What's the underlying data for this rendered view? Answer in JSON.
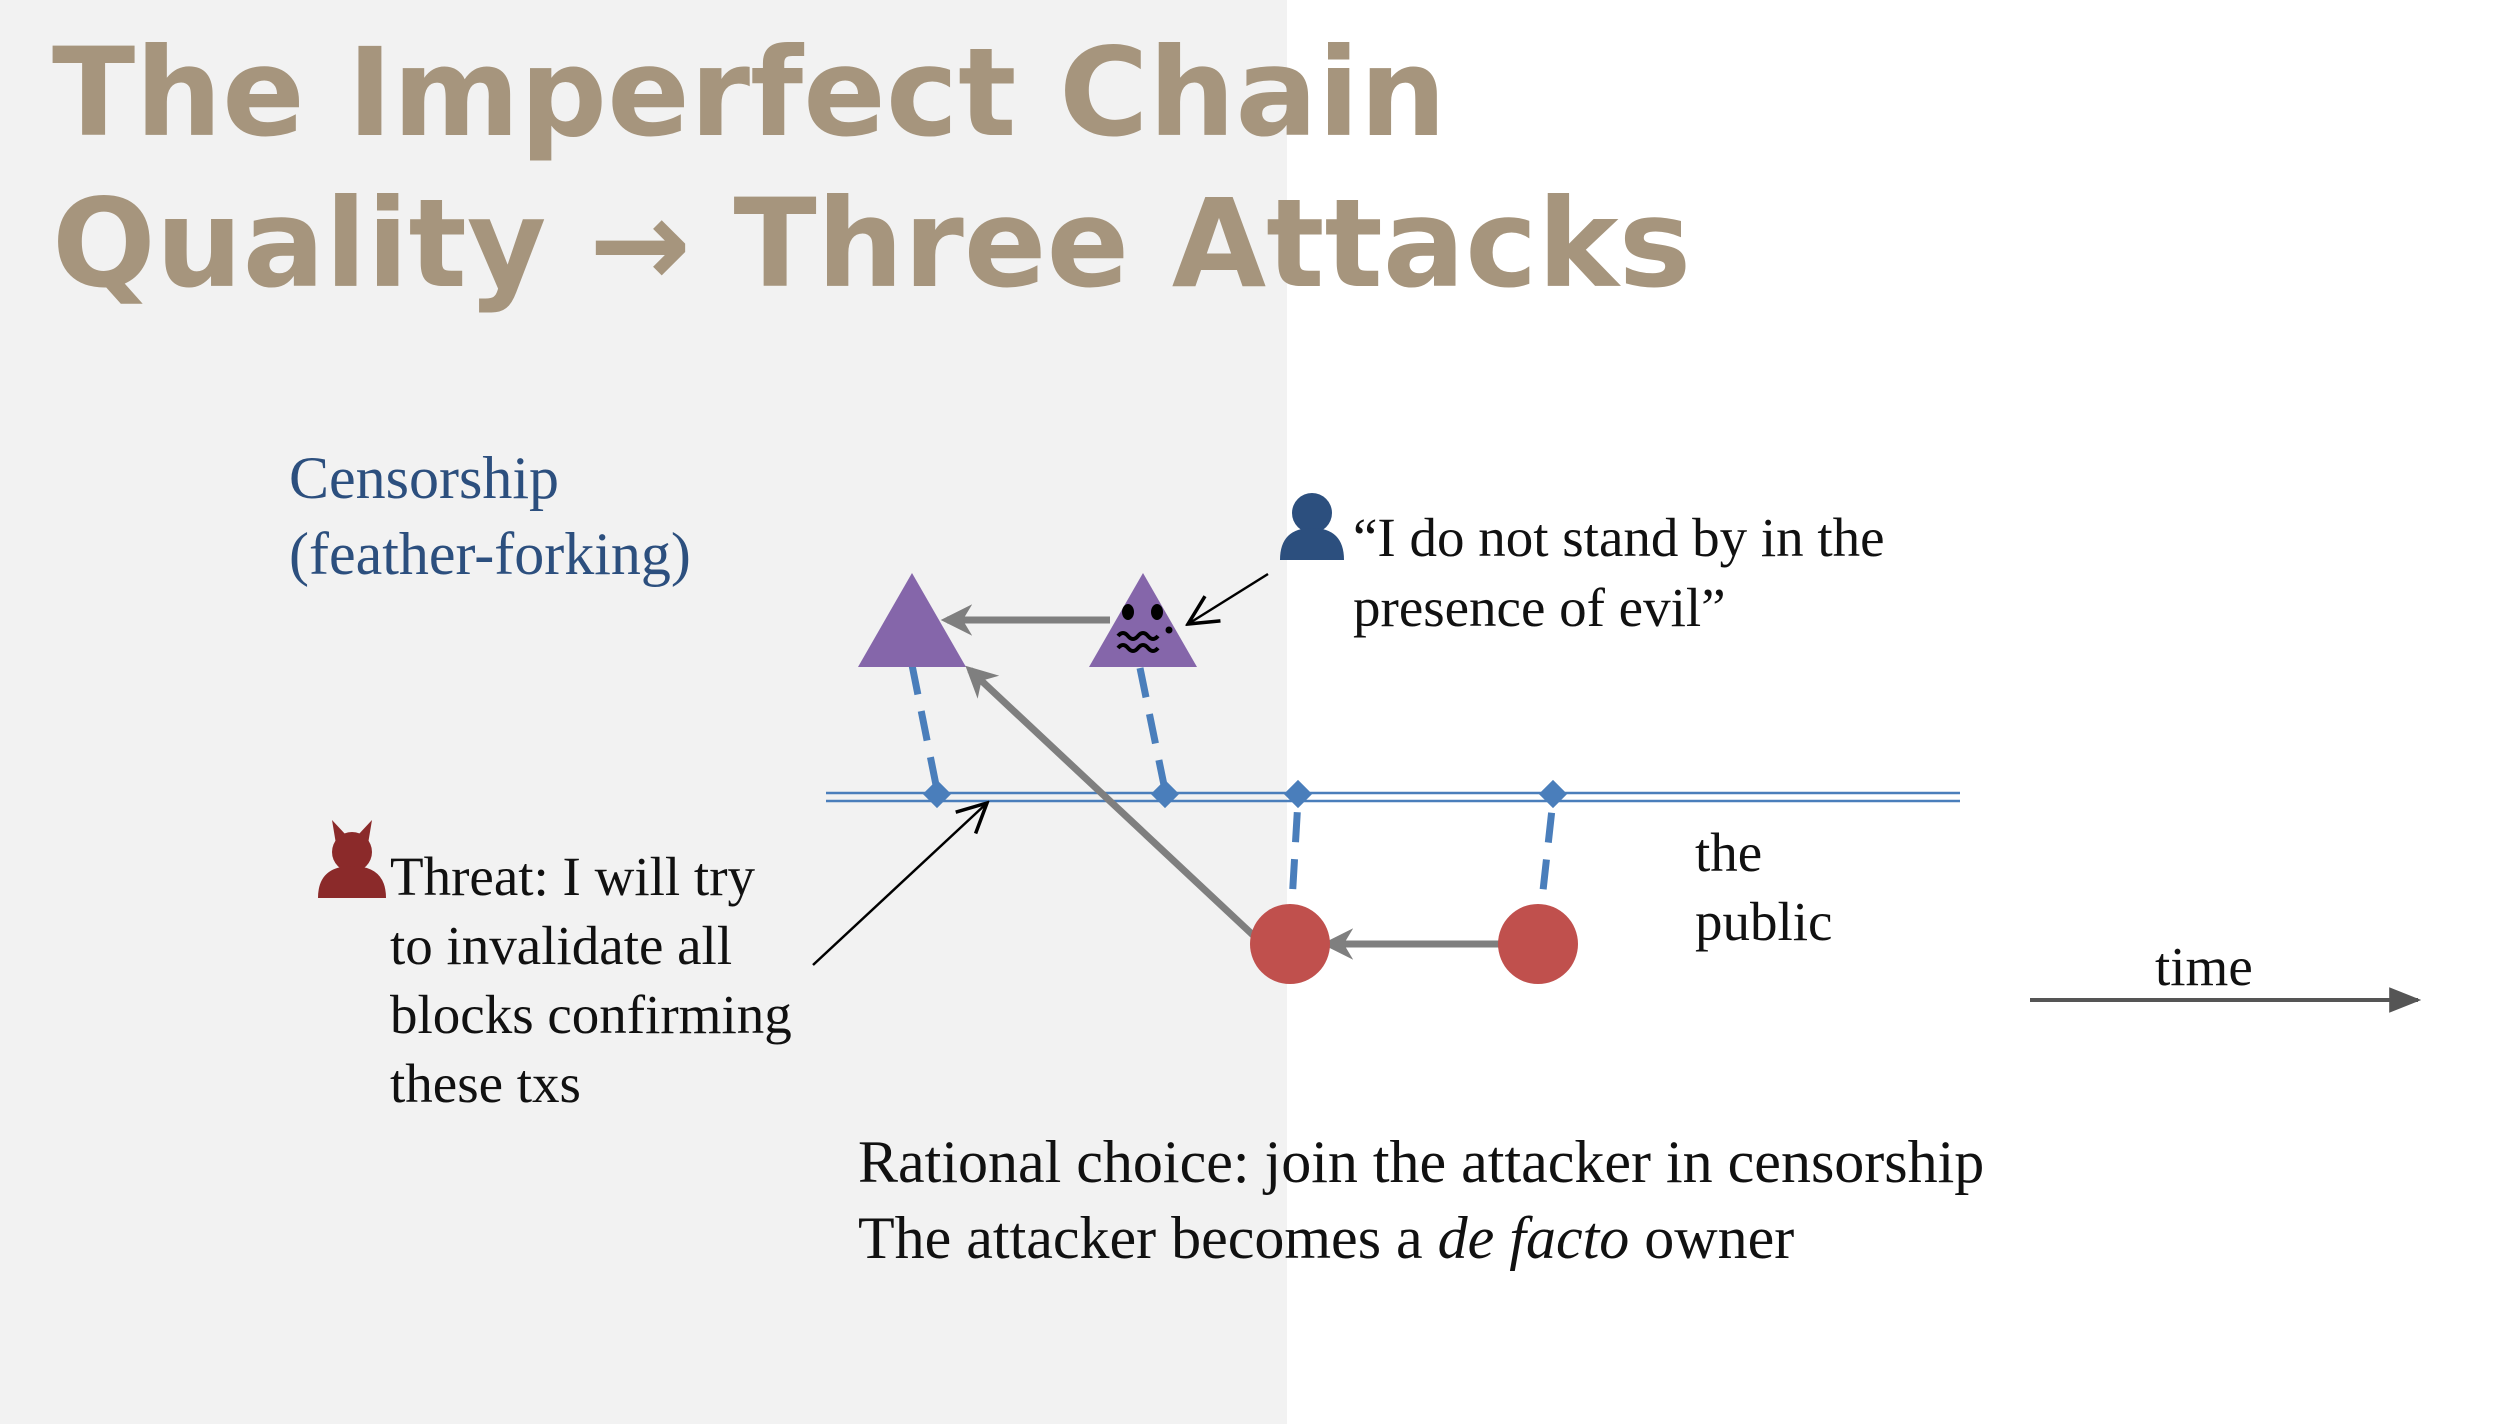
{
  "slide": {
    "title_line1": "The Imperfect Chain",
    "title_line2": "Quality → Three Attacks"
  },
  "diagram": {
    "attack_label_line1": "Censorship",
    "attack_label_line2": "(feather-forking)",
    "honest_quote_line1": "“I do not stand by in the",
    "honest_quote_line2": "presence of evil”",
    "threat_line1": "Threat: I will try",
    "threat_line2": "to invalidate all",
    "threat_line3": "blocks confirming",
    "threat_line4": "these txs",
    "public_line1": "the",
    "public_line2": "public",
    "time_label": "time",
    "conclusion_line1": "Rational choice: join the attacker in censorship",
    "conclusion_line2_pre": "The attacker becomes a ",
    "conclusion_line2_em": "de facto",
    "conclusion_line2_post": " owner"
  },
  "colors": {
    "title": "#a6957d",
    "panel_background": "#f2f2f2",
    "attack_label": "#2c4f7e",
    "honest_block": "#8566aa",
    "attacker_block": "#c0504d",
    "public_chain": "#4a7ebb",
    "arrow": "#7f7f7f",
    "honest_user_icon": "#2c4f7e",
    "attacker_icon": "#8b2a2a"
  },
  "icons": {
    "honest_user": "person-icon",
    "attacker": "devil-icon",
    "worried_block": "worried-face-icon"
  }
}
